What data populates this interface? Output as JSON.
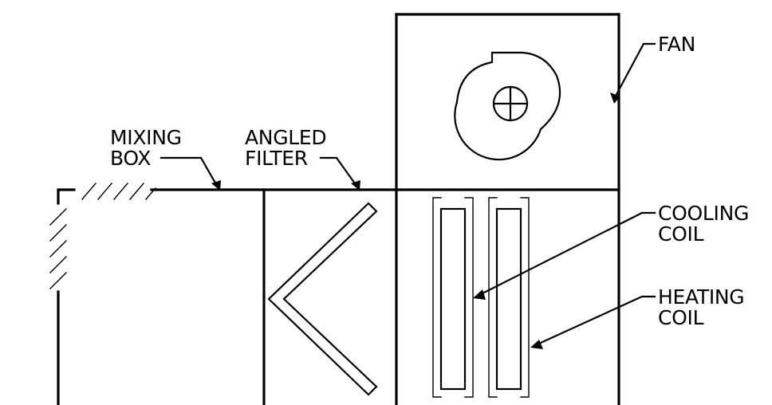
{
  "diagram": {
    "labels": {
      "fan": "FAN",
      "mixing_box_line1": "MIXING",
      "mixing_box_line2": "BOX",
      "angled_filter_line1": "ANGLED",
      "angled_filter_line2": "FILTER",
      "cooling_coil_line1": "COOLING",
      "cooling_coil_line2": "COIL",
      "heating_coil_line1": "HEATING",
      "heating_coil_line2": "COIL"
    },
    "colors": {
      "line": "#000000",
      "background": "#ffffff"
    }
  }
}
